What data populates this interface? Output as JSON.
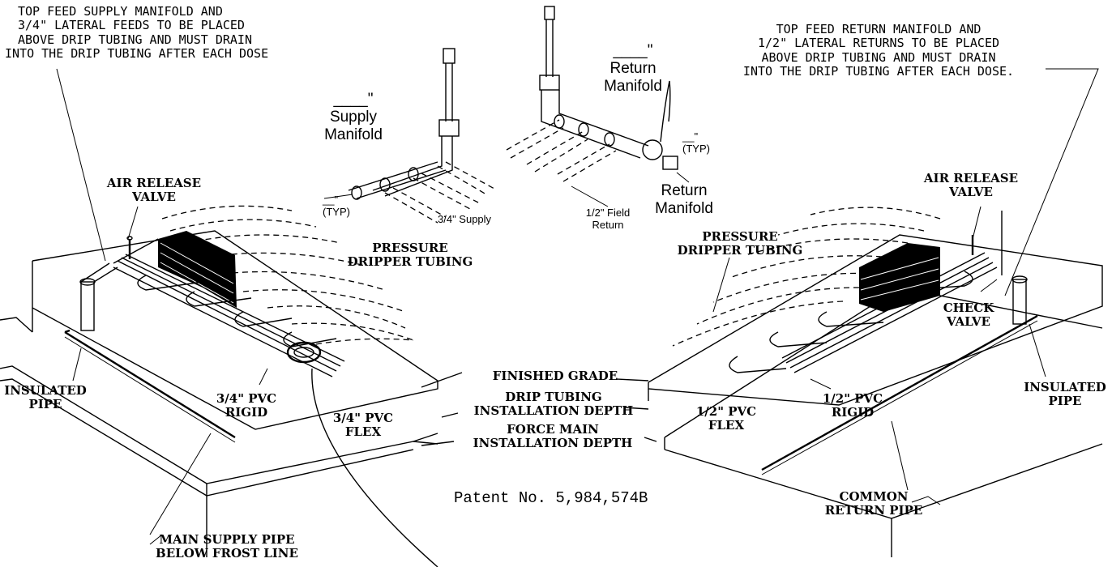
{
  "labels": {
    "top_feed_supply": [
      "TOP FEED SUPPLY MANIFOLD AND",
      "3/4\" LATERAL FEEDS TO BE PLACED",
      "ABOVE DRIP TUBING AND MUST DRAIN",
      "INTO THE DRIP TUBING AFTER EACH DOSE"
    ],
    "top_feed_return": [
      "TOP FEED RETURN MANIFOLD AND",
      "1/2\" LATERAL RETURNS TO BE PLACED",
      "ABOVE DRIP TUBING AND MUST DRAIN",
      "INTO THE DRIP TUBING AFTER EACH DOSE."
    ],
    "supply_blank": "____\"",
    "supply_manifold": [
      "Supply",
      "Manifold"
    ],
    "return_blank": "____\"",
    "return_manifold_top": [
      "Return",
      "Manifold"
    ],
    "return_manifold_bottom": [
      "Return",
      "Manifold"
    ],
    "typ_left_blank": "__\"",
    "typ_left": "(TYP)",
    "typ_right_blank": "__\"",
    "typ_right": "(TYP)",
    "supply_34": "3/4\" Supply",
    "field_return": [
      "1/2\" Field",
      "Return"
    ],
    "air_release_left": [
      "AIR RELEASE",
      "VALVE"
    ],
    "air_release_right": [
      "AIR RELEASE",
      "VALVE"
    ],
    "pressure_dripper_left": [
      "PRESSURE",
      "DRIPPER TUBING"
    ],
    "pressure_dripper_right": [
      "PRESSURE",
      "DRIPPER TUBING"
    ],
    "check_valve": [
      "CHECK",
      "VALVE"
    ],
    "insulated_left": [
      "INSULATED",
      "PIPE"
    ],
    "insulated_right": [
      "INSULATED",
      "PIPE"
    ],
    "pvc_rigid_34": [
      "3/4\" PVC",
      "RIGID"
    ],
    "pvc_flex_34": [
      "3/4\" PVC",
      "FLEX"
    ],
    "pvc_flex_12": [
      "1/2\" PVC",
      "FLEX"
    ],
    "pvc_rigid_12": [
      "1/2\" PVC",
      "RIGID"
    ],
    "finished_grade": "FINISHED GRADE",
    "drip_depth": [
      "DRIP TUBING",
      "INSTALLATION DEPTH"
    ],
    "force_main": [
      "FORCE MAIN",
      "INSTALLATION DEPTH"
    ],
    "patent": "Patent No. 5,984,574B",
    "common_return": [
      "COMMON",
      "RETURN PIPE"
    ],
    "main_supply": [
      "MAIN SUPPLY PIPE",
      "BELOW FROST LINE"
    ]
  }
}
